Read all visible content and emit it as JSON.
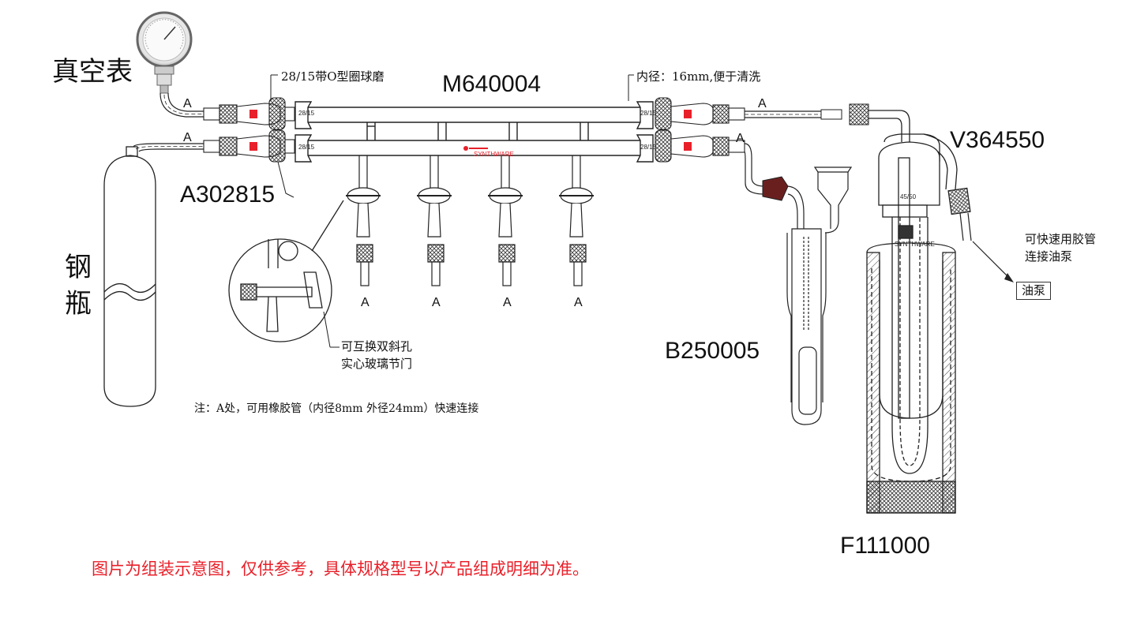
{
  "labels": {
    "vacuum_gauge": "真空表",
    "cylinder_1": "钢",
    "cylinder_2": "瓶",
    "manifold": "M640004",
    "ball_joint": "A302815",
    "bubbler": "B250005",
    "trap": "V364550",
    "dewar": "F111000",
    "oring_note": "28/15带O型圈球磨",
    "inner_diam_note": "内径：16mm,便于清洗",
    "stopcock_note_1": "可互换双斜孔",
    "stopcock_note_2": "实心玻璃节门",
    "pump_note_1": "可快速用胶管",
    "pump_note_2": "连接油泵",
    "oil_pump": "油泵",
    "rubber_note": "注：A处，可用橡胶管（内径8mm 外径24mm）快速连接",
    "disclaimer": "图片为组装示意图，仅供参考，具体规格型号以产品组成明细为准。",
    "joint_size": "28/15",
    "trap_joint": "45/50",
    "brand": "SYNTHWARE",
    "hose_marks": [
      "A",
      "A",
      "A",
      "A",
      "A",
      "A",
      "A",
      "A"
    ]
  },
  "colors": {
    "line": "#222222",
    "accent_red": "#e8202a",
    "stopper": "#6a1f1f"
  }
}
